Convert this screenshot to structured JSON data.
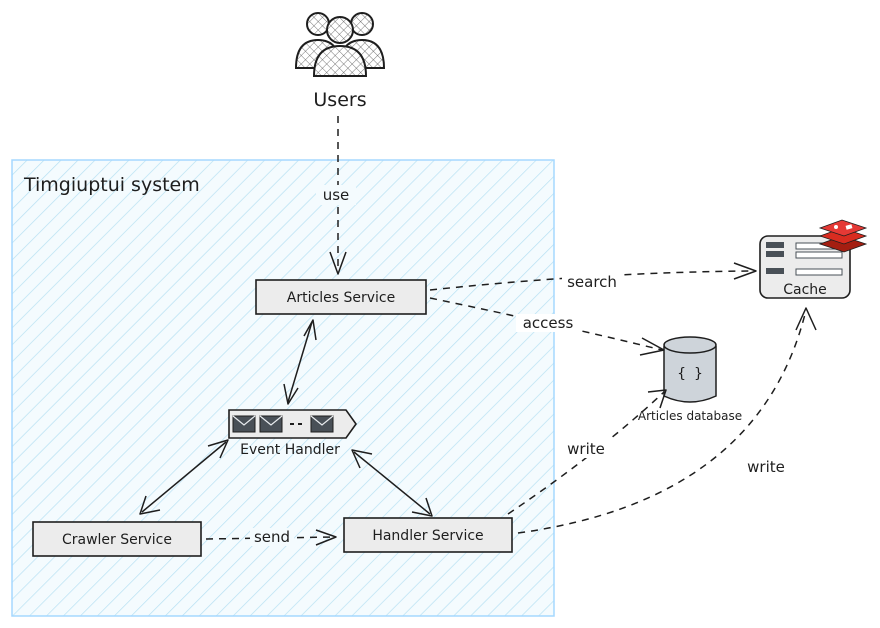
{
  "system": {
    "title": "Timgiuptui system"
  },
  "actors": {
    "users_label": "Users"
  },
  "nodes": {
    "articles_service": "Articles Service",
    "event_handler": "Event Handler",
    "crawler_service": "Crawler Service",
    "handler_service": "Handler Service",
    "cache": "Cache",
    "articles_database": "Articles database",
    "database_glyph": "{ }"
  },
  "edges": {
    "use": "use",
    "search": "search",
    "access": "access",
    "send": "send",
    "write_db": "write",
    "write_cache": "write"
  },
  "colors": {
    "system_fill": "#e6f6fb",
    "system_stroke": "#a5d8ff",
    "node_fill": "#ececec",
    "stroke": "#1e1e1e",
    "database_fill": "#ced4da",
    "cache_accent": "#d32f2f"
  }
}
